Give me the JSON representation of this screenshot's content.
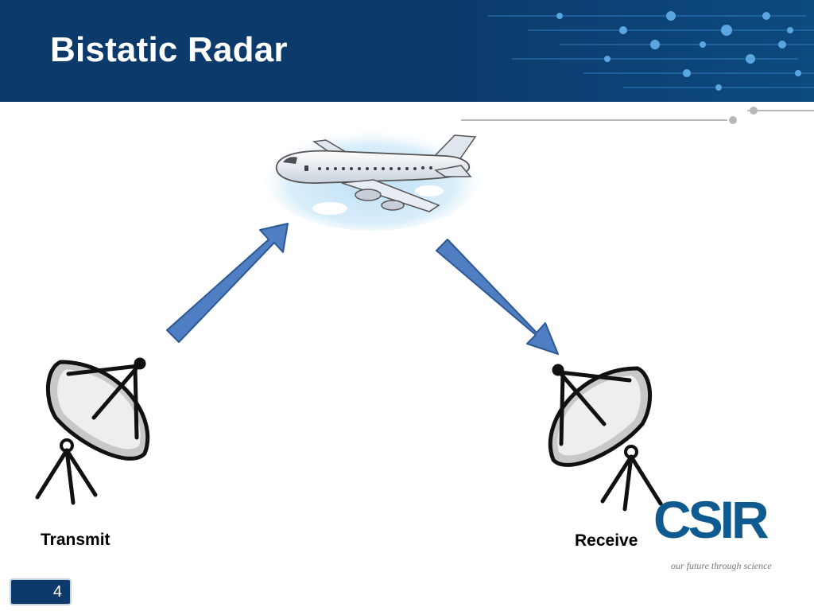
{
  "slide": {
    "title": "Bistatic Radar",
    "page_number": "4"
  },
  "diagram": {
    "transmitter_label": "Transmit",
    "receiver_label": "Receive",
    "icons": [
      "transmit-dish-icon",
      "airplane-icon",
      "receive-dish-icon",
      "arrow-up-icon",
      "arrow-down-icon"
    ]
  },
  "logo": {
    "name": "CSIR",
    "tagline": "our future through science"
  },
  "colors": {
    "header": "#0b3a6b",
    "arrow_fill": "#4f7ec3",
    "arrow_stroke": "#2e5894",
    "logo_blue": "#0f5a8e"
  }
}
